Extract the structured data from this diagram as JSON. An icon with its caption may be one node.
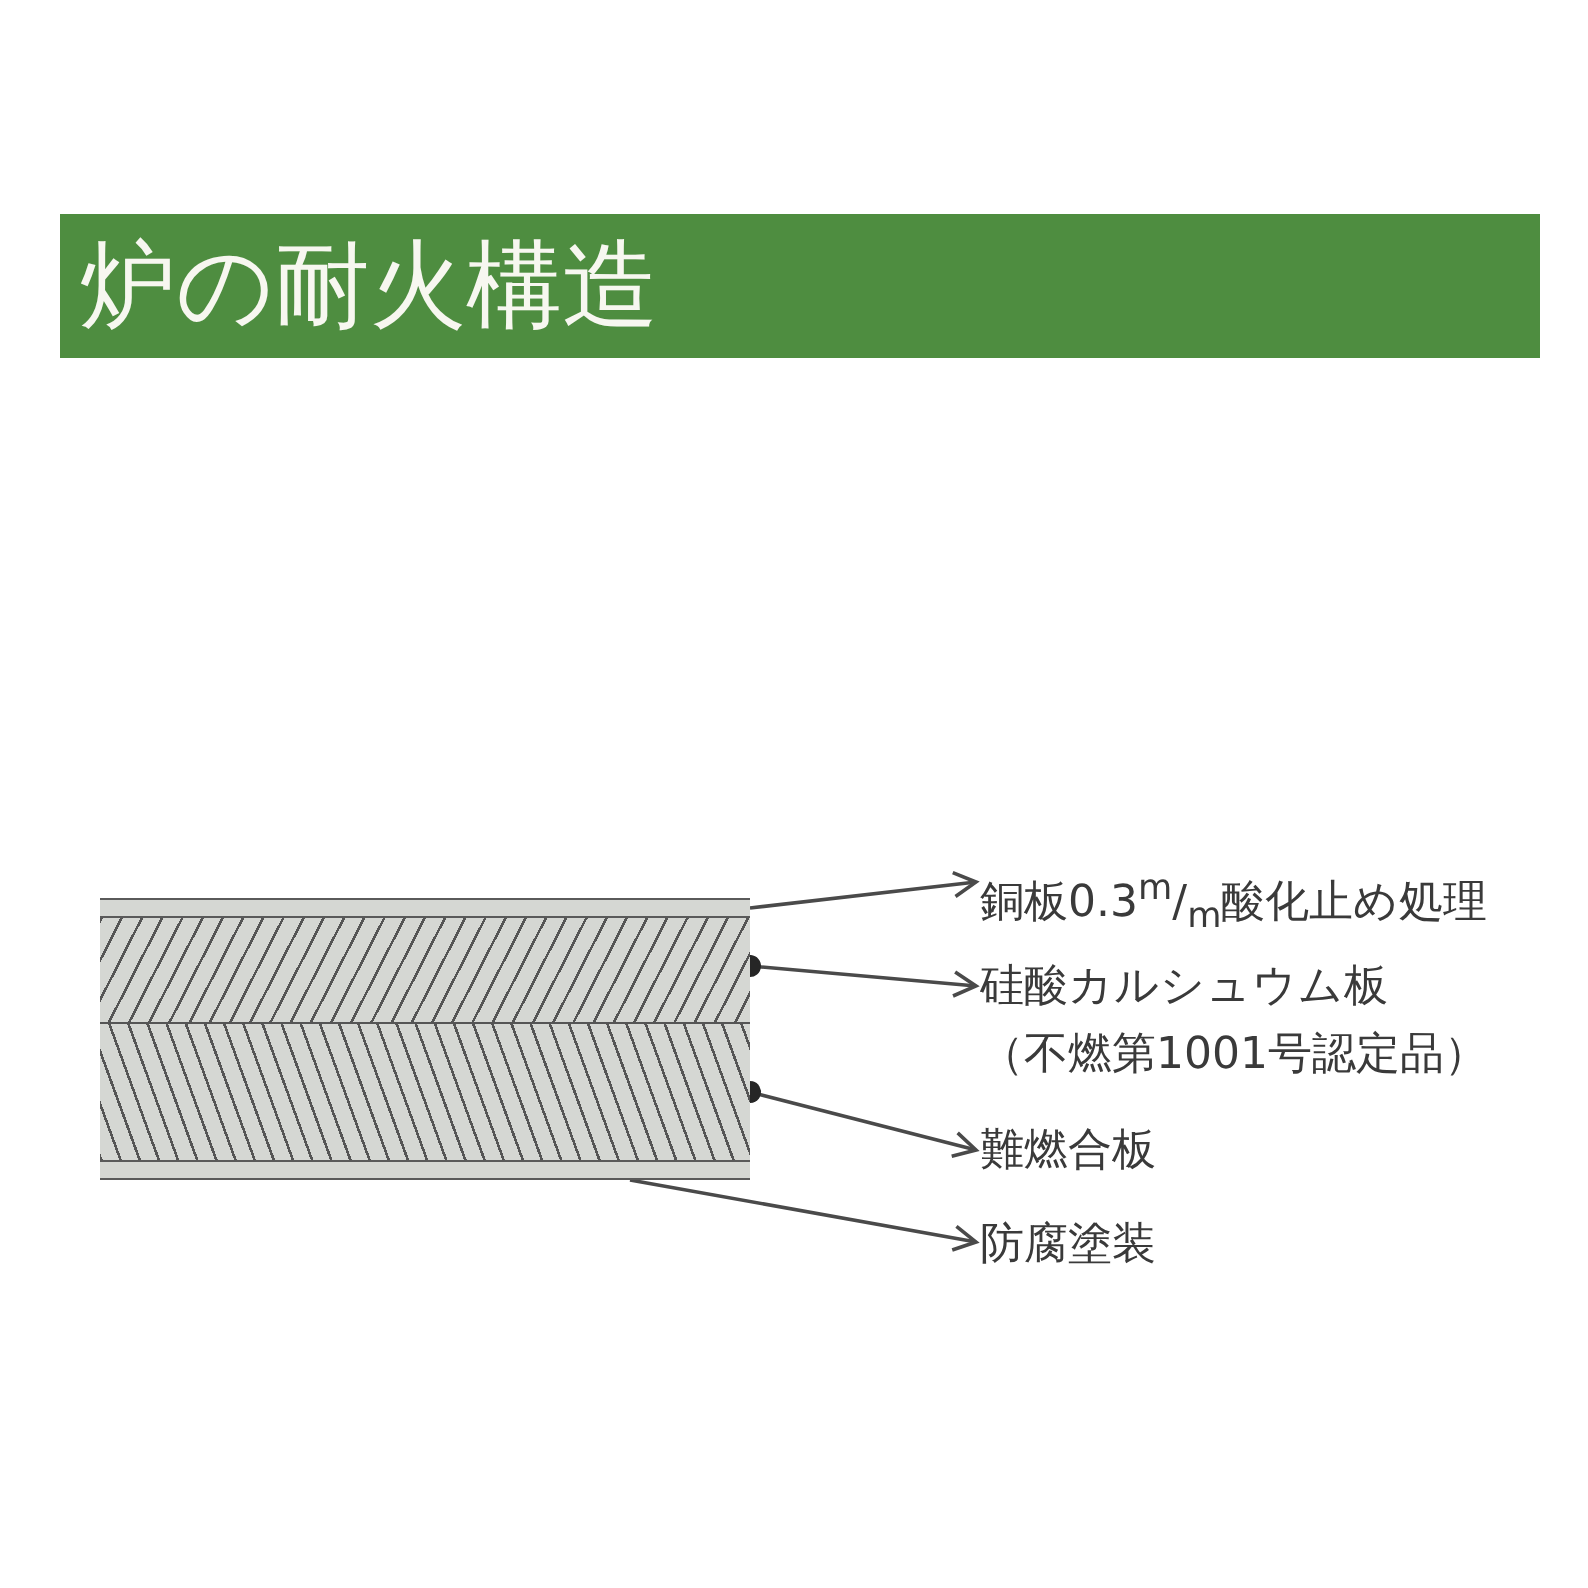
{
  "diagram": {
    "title": "炉の耐火構造",
    "nodes": [
      {
        "text": [],
        "shape": "bar"
      },
      {
        "text": [],
        "shape": "box"
      },
      {
        "text": [],
        "shape": "box"
      },
      {
        "text": [],
        "shape": "bar"
      },
      {
        "text": [
          "銅板0.3$^{m}$/$_{m}$酸化止め処理"
        ]
      },
      {
        "text": [
          "硅酸カルシュウム板",
          "（不燃第1001号認定品）"
        ]
      },
      {
        "text": [
          "難燃合板"
        ]
      },
      {
        "text": [
          "防腐塗装"
        ]
      }
    ],
    "edges": [
      {
        "from": 0,
        "to": 4,
        "arrow": "to"
      },
      {
        "from": 1,
        "to": 5,
        "arrow": "to"
      },
      {
        "from": 2,
        "to": 6,
        "arrow": "to"
      },
      {
        "from": 3,
        "to": 7,
        "arrow": "to"
      }
    ]
  }
}
